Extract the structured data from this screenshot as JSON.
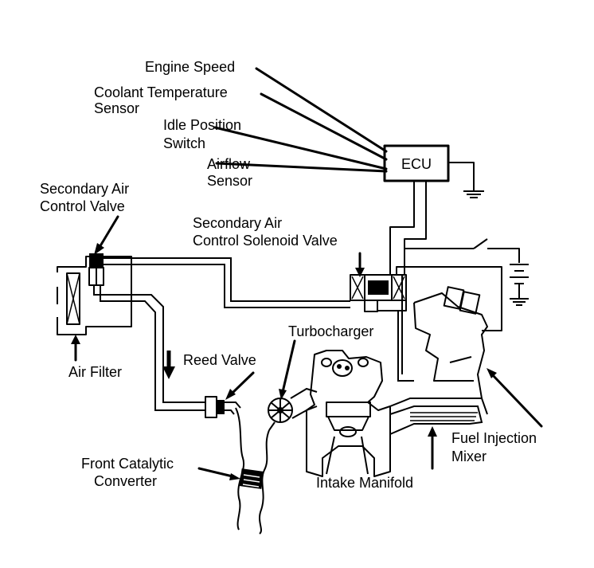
{
  "labels": {
    "engine_speed": "Engine Speed",
    "coolant_line1": "Coolant Temperature",
    "coolant_line2": "Sensor",
    "idle_line1": "Idle Position",
    "idle_line2": "Switch",
    "airflow_line1": "Airflow",
    "airflow_line2": "Sensor",
    "ecu": "ECU",
    "sacv_line1": "Secondary Air",
    "sacv_line2": "Control Valve",
    "sacsv_line1": "Secondary Air",
    "sacsv_line2": "Control Solenoid Valve",
    "air_filter": "Air Filter",
    "reed_valve": "Reed Valve",
    "turbocharger": "Turbocharger",
    "fuel_inj_line1": "Fuel Injection",
    "fuel_inj_line2": "Mixer",
    "catalytic_line1": "Front Catalytic",
    "catalytic_line2": "Converter",
    "intake_manifold": "Intake Manifold"
  },
  "colors": {
    "ink": "#000000",
    "background": "#ffffff"
  }
}
